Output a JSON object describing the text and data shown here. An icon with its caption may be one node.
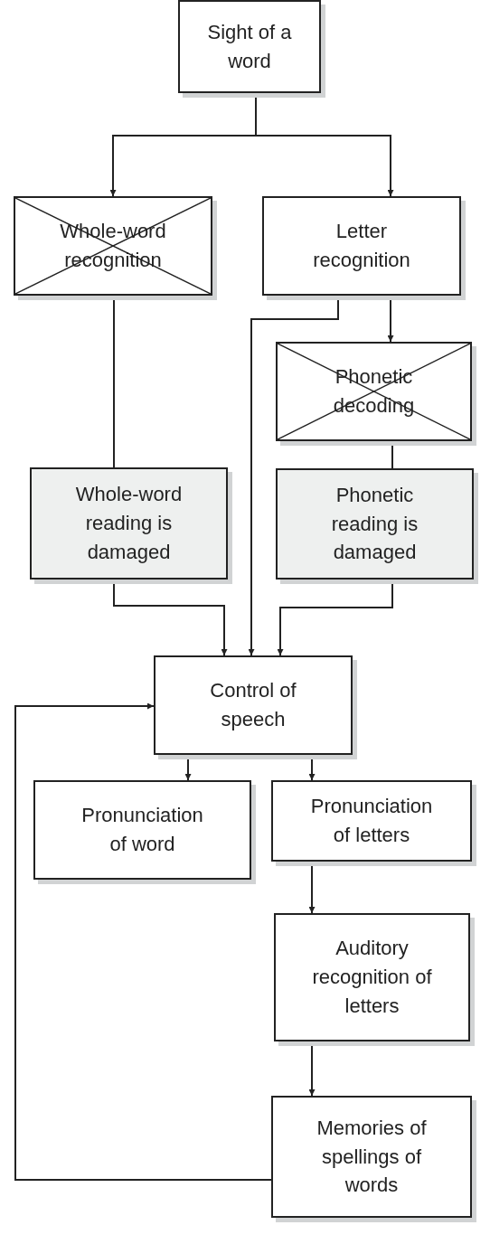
{
  "diagram": {
    "nodes": [
      {
        "text": [
          "Sight of a word"
        ]
      },
      {
        "text": [
          "Whole-word recognition"
        ]
      },
      {
        "text": [
          "Letter recognition"
        ]
      },
      {
        "text": [
          "Phonetic decoding"
        ]
      },
      {
        "text": [
          "Whole-word reading is damaged"
        ]
      },
      {
        "text": [
          "Phonetic reading is damaged"
        ]
      },
      {
        "text": [
          "Control of speech"
        ]
      },
      {
        "text": [
          "Pronunciation of word"
        ]
      },
      {
        "text": [
          "Pronunciation of letters"
        ]
      },
      {
        "text": [
          "Auditory recognition of letters"
        ]
      },
      {
        "text": [
          "Memories of spellings of words"
        ]
      }
    ],
    "edges": [
      {
        "from": 0,
        "to": 1,
        "arrow": "to"
      },
      {
        "from": 0,
        "to": 2,
        "arrow": "to"
      },
      {
        "from": 1,
        "to": 4,
        "arrow": "none"
      },
      {
        "from": 2,
        "to": 6,
        "arrow": "to"
      },
      {
        "from": 2,
        "to": 3,
        "arrow": "to"
      },
      {
        "from": 3,
        "to": 5,
        "arrow": "none"
      },
      {
        "from": 4,
        "to": 6,
        "arrow": "to"
      },
      {
        "from": 5,
        "to": 6,
        "arrow": "to"
      },
      {
        "from": 6,
        "to": 7,
        "arrow": "to"
      },
      {
        "from": 6,
        "to": 8,
        "arrow": "to"
      },
      {
        "from": 8,
        "to": 9,
        "arrow": "to"
      },
      {
        "from": 9,
        "to": 10,
        "arrow": "to"
      },
      {
        "from": 10,
        "to": 6,
        "arrow": "to"
      }
    ]
  }
}
